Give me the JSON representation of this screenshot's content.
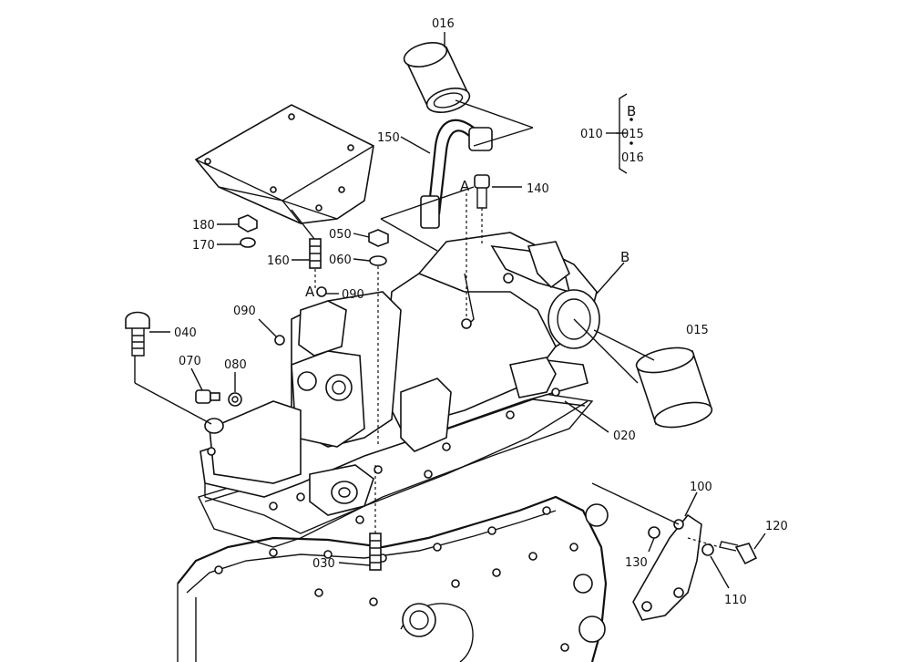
{
  "parts": {
    "p016_top": "016",
    "p150": "150",
    "p140": "140",
    "p180": "180",
    "p170": "170",
    "p160": "160",
    "p050": "050",
    "p060": "060",
    "p090a": "090",
    "p090b": "090",
    "p040": "040",
    "p070": "070",
    "p080": "080",
    "p015": "015",
    "p020": "020",
    "p030": "030",
    "p100": "100",
    "p120": "120",
    "p130": "130",
    "p110": "110"
  },
  "refs": {
    "a_upper": "A",
    "a_lower": "A",
    "b_main": "B"
  },
  "group": {
    "label": "010",
    "item_b": "B",
    "item_015": "015",
    "item_016": "016"
  }
}
